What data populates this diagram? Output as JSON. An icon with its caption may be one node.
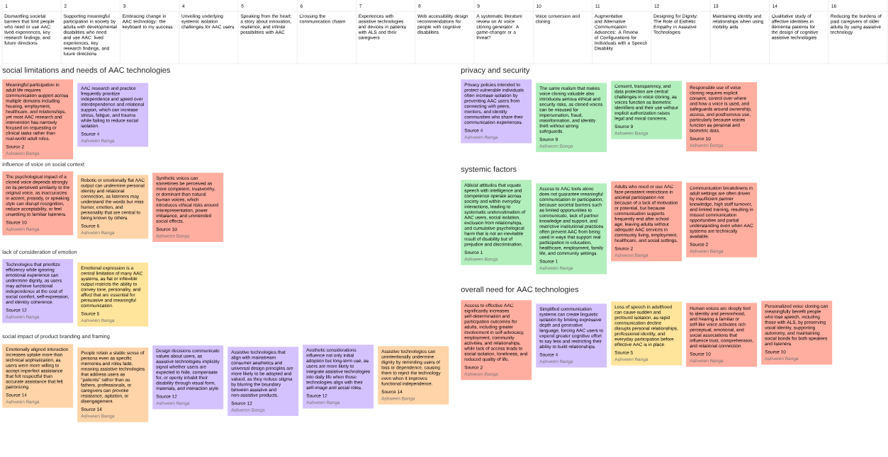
{
  "diagram": {
    "nodes": [
      {
        "text": [
          "Meaningful participation in adult life requires communication support across multiple domains including housing, employment, healthcare, and relationships, yet most AAC research and intervention has narrowly focused on requesting or clinical tasks rather than real-world adult roles.",
          "Source 2",
          "Ashween Banga"
        ]
      },
      {
        "text": [
          "AAC research and practice frequently prioritize independence and speed over interdependence and relational support, which can increase stress, fatigue, and trauma while failing to reduce social isolation.",
          "Source 4",
          "Ashween Banga"
        ]
      },
      {
        "text": [
          "The psychological impact of a cloned voice depends strongly on its perceived similarity to the original voice, as inaccuracies in accent, prosody, or speaking style can disrupt recognition, reduce acceptability, or feel unsettling to familiar listeners.",
          "Source 10",
          "Ashween Banga"
        ]
      },
      {
        "text": [
          "Robotic or emotionally flat AAC output can undermine personal identity and relational connection, as listeners may understand the words but miss humor, emotion, and personality that are central to being known by others.",
          "Source 6",
          "Ashween Banga"
        ]
      },
      {
        "text": [
          "Synthetic voices can sometimes be perceived as more competent, trustworthy, or dominant than natural human voices, which introduces ethical risks around misrepresentation, power imbalance, and unintended social effects.",
          "Source 10",
          "Ashween Banga"
        ]
      },
      {
        "text": [
          "Technologies that prioritize efficiency while ignoring emotional experience can undermine dignity, as users may achieve functional independence at the cost of social comfort, self-expression, and identity coherence.",
          "Source 12",
          "Ashween Banga"
        ]
      },
      {
        "text": [
          "Emotional expression is a central limitation of many AAC systems, as flat or inflexible output restricts the ability to convey tone, personality, and affect that are essential for persuasive and meaningful communication.",
          "Source 5",
          "Ashween Banga"
        ]
      },
      {
        "text": [
          "Emotionally aligned interaction increases uptake more than technical sophistication, as users were more willing to accept imperfect assistance that felt respectful than accurate assistance that felt patronizing.",
          "Source 14",
          "Ashween Banga"
        ]
      },
      {
        "text": [
          "People retain a stable sense of persona even as specific memories and roles fade, meaning assistive technologies that address users as \"patients\" rather than as fathers, professionals, or caregivers can provoke resistance, agitation, or disengagement.",
          "Source 14",
          "Ashween Banga"
        ]
      },
      {
        "text": [
          "Design decisions communicate values about users, as assistive technologies implicitly signal whether users are expected to hide, compensate for, or openly inhabit their disability through visual form, materials, and interaction style.",
          "Source 12",
          "Ashween Banga"
        ]
      },
      {
        "text": [
          "Assistive technologies that align with mainstream consumer aesthetics and universal design principles are more likely to be adopted and valued, as they reduce stigma by blurring the boundary between assistive and non-assistive products.",
          "Source 12",
          "Ashween Banga"
        ]
      },
      {
        "text": [
          "Aesthetic considerations influence not only initial adoption but long-term use, as users are more likely to integrate assistive technologies into daily life when those technologies align with their self-image and social roles.",
          "Source 12",
          "Ashween Banga"
        ]
      },
      {
        "text": [
          "Assistive technologies can unintentionally undermine dignity by reminding users of loss or dependence, causing them to reject the technology even when it improves functional independence.",
          "Source 14",
          "Ashween Banga"
        ]
      },
      {
        "text": [
          "Privacy policies intended to protect vulnerable individuals often increase isolation by preventing AAC users from connecting with peers, mentors, and identity communities who share their communication experiences.",
          "Source 4",
          "Ashween Banga"
        ]
      },
      {
        "text": [
          "The same realism that makes voice cloning valuable also introduces serious ethical and security risks, as cloned voices can be misused for impersonation, fraud, misinformation, and identity theft without strong safeguards.",
          "Source 9",
          "Ashween Banga"
        ]
      },
      {
        "text": [
          "Consent, transparency, and data protection are central challenges in voice cloning, as voices function as biometric identifiers and their use without explicit authorization raises legal and moral concerns.",
          "Source 9",
          "Ashween Banga"
        ]
      },
      {
        "text": [
          "Responsible use of voice cloning requires explicit consent, control over where and how a voice is used, and safeguards around ownership, access, and posthumous use, particularly because voices function as personal and biometric data.",
          "Source 10",
          "Ashween Banga"
        ]
      },
      {
        "text": [
          "Ableist attitudes that equate speech with intelligence and competence operate across society and within everyday interactions, leading to systematic underestimation of AAC users, social isolation, exclusion from relationships, and cumulative psychological harm that is not an inevitable result of disability but of prejudice and discrimination.",
          "Source 1",
          "Ashween Banga"
        ]
      },
      {
        "text": [
          "Access to AAC tools alone does not guarantee meaningful communication or participation, because societal barriers such as limited opportunities to communicate, lack of partner knowledge and support, and restrictive institutional practices often prevent AAC from being used in ways that support real participation in education, healthcare, employment, family life, and community settings.",
          "Source 1",
          "Ashween Banga"
        ]
      },
      {
        "text": [
          "Adults who need or use AAC face persistent restrictions in societal participation not because of a lack of motivation or potential, but because communication supports frequently end after school age, leaving adults without adequate AAC services in community living, employment, healthcare, and social settings.",
          "Source 2",
          "Ashween Banga"
        ]
      },
      {
        "text": [
          "Communication breakdowns in adult settings are often driven by insufficient partner knowledge, high staff turnover, and limited training, resulting in missed communication opportunities and partial understanding even when AAC systems are technically available.",
          "Source 2",
          "Ashween Banga"
        ]
      },
      {
        "text": [
          "Access to effective AAC significantly increases self-determination and participation outcomes for adults, including greater involvement in self-advocacy, employment, community activities, and relationships, while lack of access leads to social isolation, loneliness, and reduced quality of life.",
          "Source 2",
          "Ashween Banga"
        ]
      },
      {
        "text": [
          "Simplified communication systems can create linguistic isolation by limiting expressive depth and generative language, forcing AAC users to expend greater cognitive effort to say less and restricting their ability to build relationships.",
          "Source 4",
          "Ashween Banga"
        ]
      },
      {
        "text": [
          "Loss of speech in adulthood can cause sudden and profound isolation, as rapid communication decline disrupts personal relationships, professional identity, and everyday participation before effective AAC is in place.",
          "Source 5",
          "Ashween Banga"
        ]
      },
      {
        "text": [
          "Human voices are deeply tied to identity and personhood, and hearing a familiar or self-like voice activates rich perceptual, emotional, and social associations that influence trust, comprehension, and relational connection.",
          "Source 10",
          "Ashween Banga"
        ]
      },
      {
        "text": [
          "Personalized voice cloning can meaningfully benefit people who lose speech, including those with ALS, by preserving vocal identity, supporting autonomy, and maintaining social bonds for both speakers and listeners.",
          "Source 10",
          "Ashween Banga"
        ]
      }
    ],
    "labels": [
      "1",
      "2",
      "3",
      "4",
      "5",
      "6",
      "7",
      "8",
      "9",
      "10",
      "11",
      "12",
      "13",
      "14",
      "16",
      "Dismantling societal barriers that limit people who need or use AAC: lived experiences, key research findings, and future directions",
      "Supporting meaningful participation in society by adults with developmental disabilities who need and use AAC: lived experiences, key research findings, and future directions",
      "Embracing change in AAC technology: the keyboard to my success",
      "Unveiling underlying systemic isolation challenges for AAC users",
      "Speaking from the heart: a story about innovation, resilience, and infinite possibilities with AAC",
      "Crossing the communication chasm",
      "Experiences with assistive technologies and devices in patients with ALS and their caregivers",
      "Web accessibility design recommendations for people with cognitive disabilities",
      "A systematic literature review on AI voice cloning generator: A game-changer or a threat?",
      "Voice conversion and cloning",
      "Augmentative and Alternative Communication Advances: A Review of Configurations for Individuals with a Speech Disability",
      "Designing for Dignity: The Role of Esthetic Empathy in Assistive Technologies",
      "Maintaining identity and relationships when using mobility aids",
      "Qualitative study of affective identities in dementia patients for the design of cognitive assistive technologies",
      "Reducing the burdens of paid caregivers of older adults by using assistive technology",
      "social limitations and needs of AAC technologies",
      "influence of voice on social context",
      "lack of consideration of emotion",
      "social impact of product branding and framing",
      "privacy and security",
      "systemic factors",
      "overall need for AAC technologies"
    ]
  }
}
